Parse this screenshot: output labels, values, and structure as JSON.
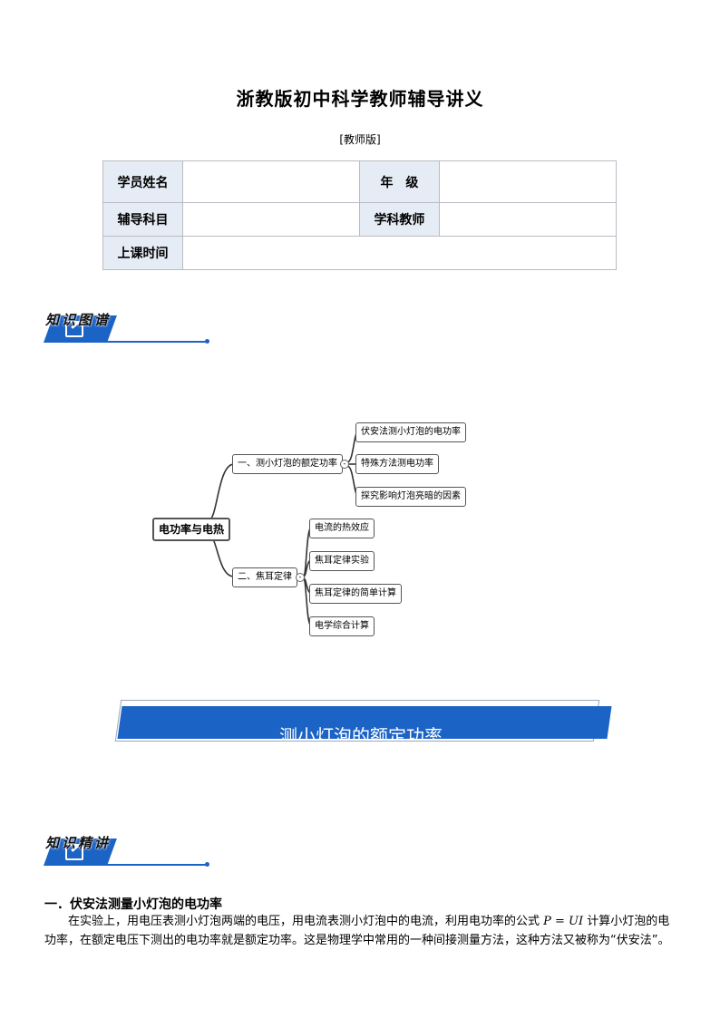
{
  "header": {
    "title": "浙教版初中科学教师辅导讲义",
    "edition": "[教师版]"
  },
  "info_table": {
    "student_name_label": "学员姓名",
    "student_name_value": "",
    "grade_label": "年　级",
    "grade_value": "",
    "subject_label": "辅导科目",
    "subject_value": "",
    "teacher_label": "学科教师",
    "teacher_value": "",
    "time_label": "上课时间",
    "time_value": ""
  },
  "section_map": {
    "label": "知识图谱"
  },
  "mindmap": {
    "root": "电功率与电热",
    "branch1": {
      "label": "一、测小灯泡的额定功率",
      "children": [
        "伏安法测小灯泡的电功率",
        "特殊方法测电功率",
        "探究影响灯泡亮暗的因素"
      ]
    },
    "branch2": {
      "label": "二、焦耳定律",
      "children": [
        "电流的热效应",
        "焦耳定律实验",
        "焦耳定律的简单计算",
        "电学综合计算"
      ]
    },
    "toggle_symbol": "-"
  },
  "banner": {
    "text": "测小灯泡的额定功率"
  },
  "section_explain": {
    "label": "知识精讲"
  },
  "content": {
    "sec1_title": "一．伏安法测量小灯泡的电功率",
    "sec1_body_a": "在实验上，用电压表测小灯泡两端的电压，用电流表测小灯泡中的电流，利用电功率的公式",
    "formula": "P = UI",
    "sec1_body_b": "计算小灯泡的电功率，在额定电压下测出的电功率就是额定功率。这是物理学中常用的一种间接测量方法，这种方法又被称为“伏安法”。"
  }
}
